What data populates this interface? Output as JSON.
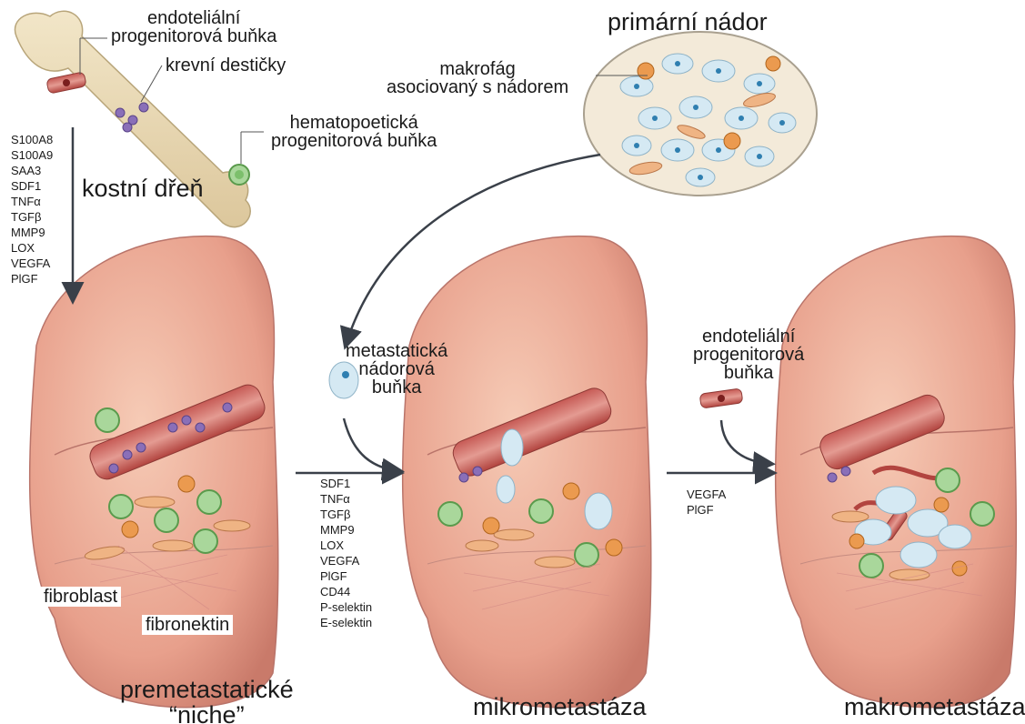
{
  "labels": {
    "epc_bone": [
      "endoteliální",
      "progenitorová buňka"
    ],
    "platelets": "krevní destičky",
    "hpc": [
      "hematopoetická",
      "progenitorová buňka"
    ],
    "bone_marrow": "kostní dřeň",
    "primary_tumor": "primární nádor",
    "tam": [
      "makrofág",
      "asociovaný s nádorem"
    ],
    "metastatic_cell": [
      "metastatická",
      "nádorová",
      "buňka"
    ],
    "epc_free": [
      "endoteliální",
      "progenitorová",
      "buňka"
    ],
    "fibroblast": "fibroblast",
    "fibronectin": "fibronektin",
    "premetastatic": [
      "premetastatické",
      "“niche”"
    ],
    "micrometastasis": "mikrometastáza",
    "macrometastasis": "makrometastáza"
  },
  "factors_bone": [
    "S100A8",
    "S100A9",
    "SAA3",
    "SDF1",
    "TNFα",
    "TGFβ",
    "MMP9",
    "LOX",
    "VEGFA",
    "PlGF"
  ],
  "factors_niche": [
    "SDF1",
    "TNFα",
    "TGFβ",
    "MMP9",
    "LOX",
    "VEGFA",
    "PlGF",
    "CD44",
    "P-selektin",
    "E-selektin"
  ],
  "factors_macro": [
    "VEGFA",
    "PlGF"
  ],
  "colors": {
    "lung": "#e8a08c",
    "bone": "#f2e6c8",
    "vessel": "#c65a55",
    "platelet": "#8a6fb8",
    "progenitor_cell": "#a9d79b",
    "macrophage": "#eb9a4f",
    "tumor_cell": "#d5e9f3",
    "arrow": "#3a4049"
  }
}
